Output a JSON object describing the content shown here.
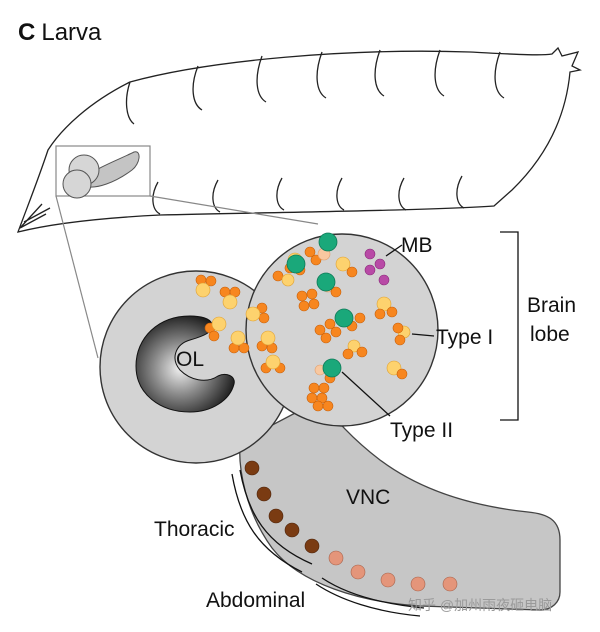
{
  "panel": {
    "letter": "C",
    "title": "Larva"
  },
  "labels": {
    "mb": "MB",
    "brain_lobe_line1": "Brain",
    "brain_lobe_line2": "lobe",
    "type1": "Type I",
    "type2": "Type II",
    "ol": "OL",
    "vnc": "VNC",
    "thoracic": "Thoracic",
    "abdominal": "Abdominal"
  },
  "watermark": "知乎 @加州雨夜砸电脑",
  "colors": {
    "orange": "#f7861f",
    "yellow": "#fdd26e",
    "green": "#1aa87a",
    "purple": "#b84aa6",
    "brown": "#7a3b12",
    "salmon": "#e4957a",
    "tissue": "#d3d3d3",
    "vnc": "#c6c6c6"
  },
  "icons": {
    "larva": "larva-outline-icon",
    "brain": "brain-hemisphere-icon"
  }
}
